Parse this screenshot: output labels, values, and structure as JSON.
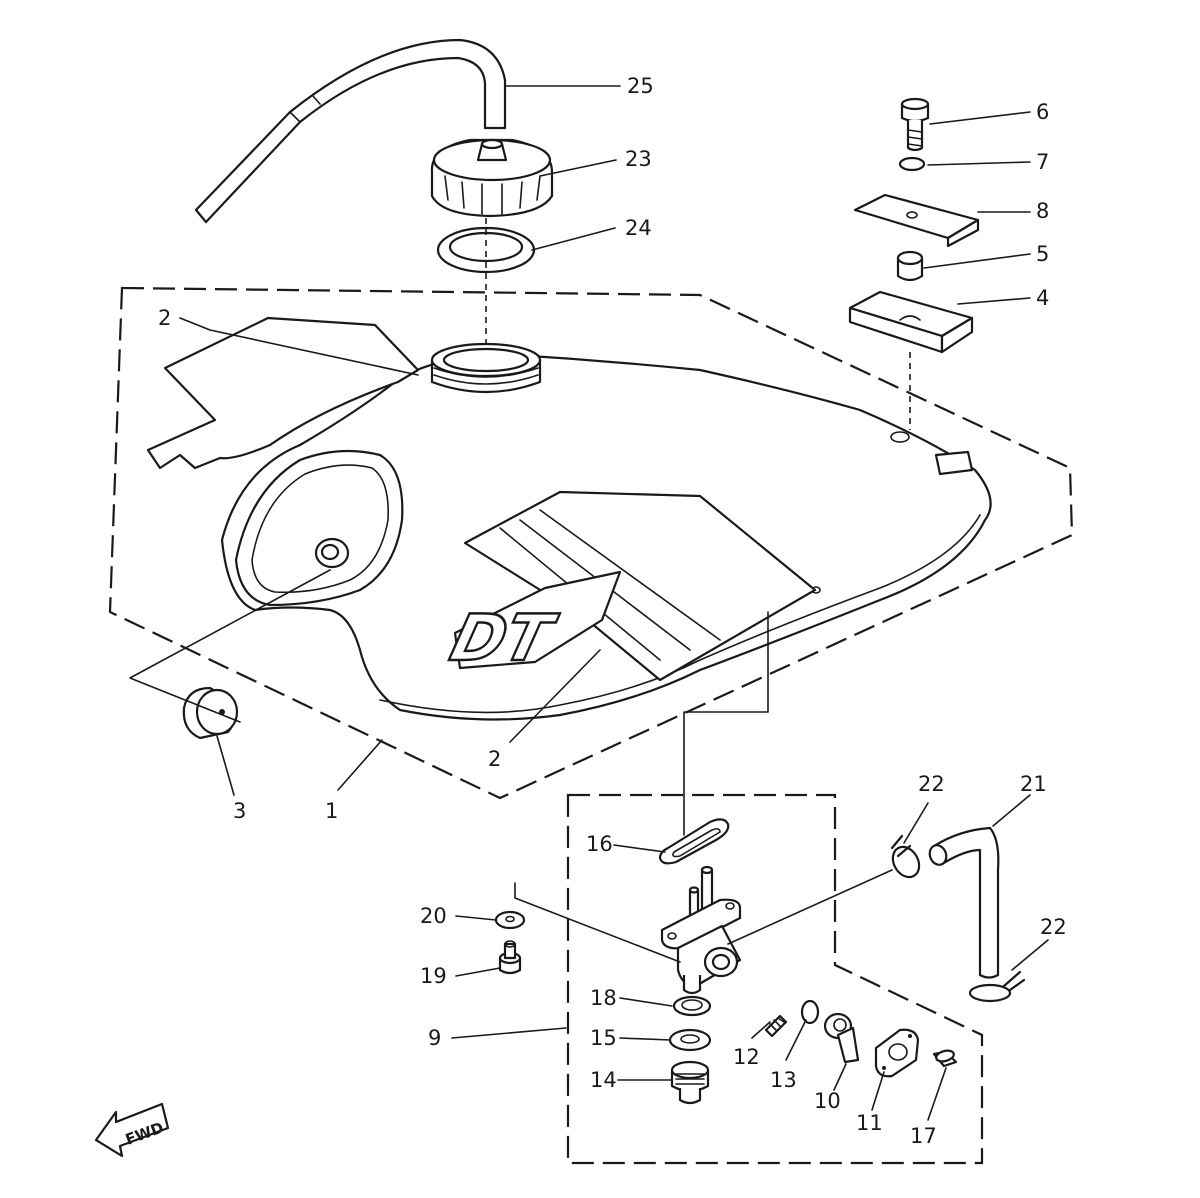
{
  "diagram": {
    "tank_logo": "DT",
    "fwd_label": "FWD",
    "callouts": [
      {
        "id": "25",
        "text": "25"
      },
      {
        "id": "23",
        "text": "23"
      },
      {
        "id": "24",
        "text": "24"
      },
      {
        "id": "6",
        "text": "6"
      },
      {
        "id": "7",
        "text": "7"
      },
      {
        "id": "8",
        "text": "8"
      },
      {
        "id": "5",
        "text": "5"
      },
      {
        "id": "4",
        "text": "4"
      },
      {
        "id": "2a",
        "text": "2"
      },
      {
        "id": "2b",
        "text": "2"
      },
      {
        "id": "3",
        "text": "3"
      },
      {
        "id": "1",
        "text": "1"
      },
      {
        "id": "22a",
        "text": "22"
      },
      {
        "id": "21",
        "text": "21"
      },
      {
        "id": "22b",
        "text": "22"
      },
      {
        "id": "16",
        "text": "16"
      },
      {
        "id": "20",
        "text": "20"
      },
      {
        "id": "19",
        "text": "19"
      },
      {
        "id": "18",
        "text": "18"
      },
      {
        "id": "9",
        "text": "9"
      },
      {
        "id": "15",
        "text": "15"
      },
      {
        "id": "14",
        "text": "14"
      },
      {
        "id": "12",
        "text": "12"
      },
      {
        "id": "13",
        "text": "13"
      },
      {
        "id": "10",
        "text": "10"
      },
      {
        "id": "11",
        "text": "11"
      },
      {
        "id": "17",
        "text": "17"
      }
    ]
  }
}
